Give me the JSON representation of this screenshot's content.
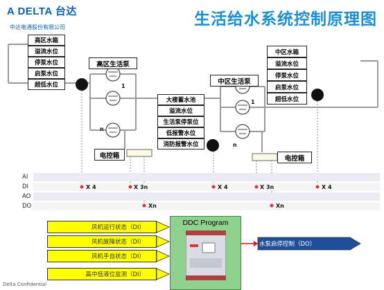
{
  "header": {
    "logo_brand": "A DELTA 台达",
    "logo_sub": "中达电通股份有限公司",
    "title": "生活给水系统控制原理图"
  },
  "high_zone": {
    "tank_items": [
      "高区水箱",
      "溢流水位",
      "停泵水位",
      "启泵水位",
      "超低水位"
    ],
    "pump_label": "高区生活泵",
    "pump_marks": [
      "1",
      "n"
    ]
  },
  "mid_zone": {
    "tank_items": [
      "中区水箱",
      "溢流水位",
      "停泵水位",
      "启泵水位",
      "超低水位"
    ],
    "pump_label": "中区生活泵",
    "pump_marks": [
      "1",
      "n"
    ]
  },
  "pool": {
    "items": [
      "大楼蓄水池",
      "溢流水位",
      "生活泵停泵位",
      "低报警水位",
      "消防报警水位"
    ]
  },
  "control_box": {
    "label": "电控箱"
  },
  "io_rows": [
    "AI",
    "DI",
    "AO",
    "DO"
  ],
  "io_markers": {
    "di": [
      "X 4",
      "X 3n",
      "X 4",
      "X 3n",
      "X 4"
    ],
    "do": [
      "Xn",
      "Xn"
    ]
  },
  "ddc": {
    "title": "DDC Program",
    "inputs": [
      "风机运行状态（DI）",
      "风机故障状态（DI）",
      "风机手自状态（DI）",
      "高中低液位监测（DI）"
    ],
    "output": "水泵启停控制（DO）"
  },
  "footer": "Delta Confidential",
  "colors": {
    "accent": "#1b8fd2",
    "brand": "#0a5fb4",
    "input_arrow": "#ffff00",
    "output_arrow": "#1f4e9a",
    "ddc_bg": "#8fd18f",
    "marker": "#e23030"
  }
}
